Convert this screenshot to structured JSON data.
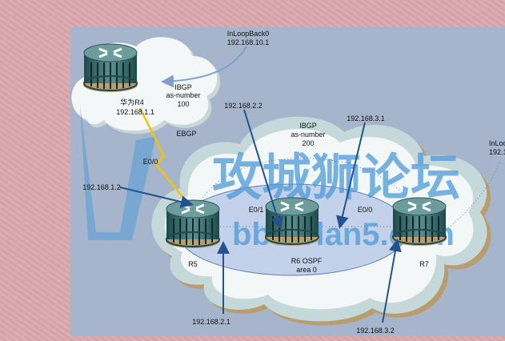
{
  "colors": {
    "panel": "#a7b5cc",
    "cloud": "#f3f7f8",
    "ospf_area": "#c3d2ea",
    "link": "#23528f",
    "serial": "#f5c400",
    "watermark": "#4d9ad8"
  },
  "r4": {
    "name": "华为R4",
    "ip": "192.168.1.1",
    "icon": "router-icon"
  },
  "as100": {
    "title": "IBGP",
    "as_label": "as-number",
    "as": "100"
  },
  "loopback_r4": {
    "name": "InLoopBack0",
    "ip": "192.168.10.1"
  },
  "ebgp": "EBGP",
  "r5": {
    "name": "R5",
    "if": "E0/0",
    "ip_up": "192.168.1.2",
    "ip_down": "192.168.2.1"
  },
  "r6": {
    "name": "R6  OSPF",
    "area": "area  0",
    "if_left": "E0/1",
    "if_right": "E0/0",
    "ip_left": "192.168.2.2",
    "ip_right": "192.168.3.1"
  },
  "r7": {
    "name": "R7",
    "ip": "192.168.3.2"
  },
  "as200": {
    "title": "IBGP",
    "as_label": "as-number",
    "as": "200"
  },
  "loopback_r7": {
    "name": "InLoo",
    "ip": "192.1"
  },
  "watermark": {
    "cn": "攻城狮论坛",
    "url": "bbs.vlan5.com"
  }
}
